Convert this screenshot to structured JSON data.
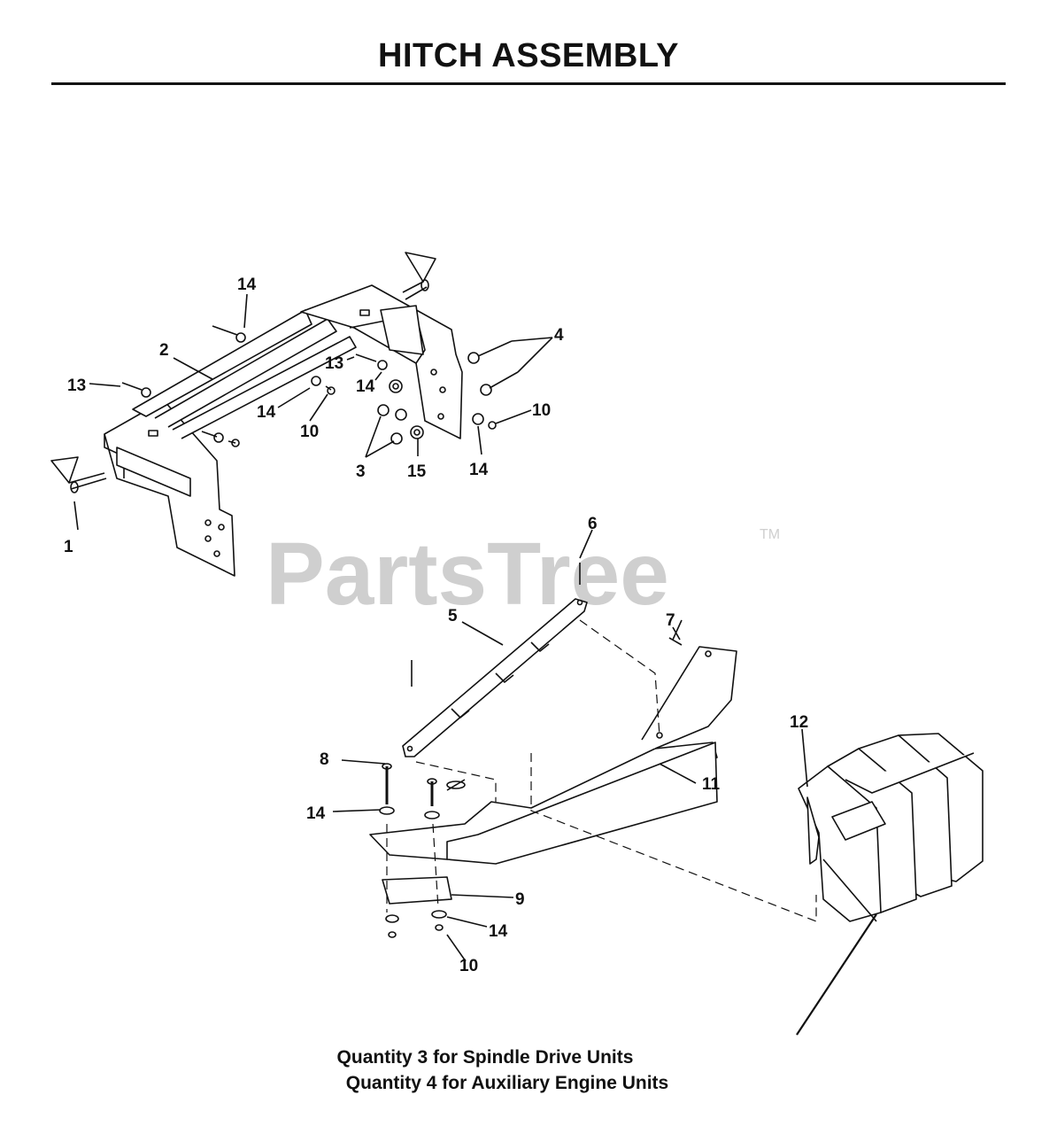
{
  "title": "HITCH ASSEMBLY",
  "watermark": {
    "text": "PartsTree",
    "trademark": "TM"
  },
  "callouts": [
    {
      "id": "c1",
      "label": "1"
    },
    {
      "id": "c2",
      "label": "2"
    },
    {
      "id": "c3",
      "label": "3"
    },
    {
      "id": "c4",
      "label": "4"
    },
    {
      "id": "c5",
      "label": "5"
    },
    {
      "id": "c6",
      "label": "6"
    },
    {
      "id": "c7",
      "label": "7"
    },
    {
      "id": "c8",
      "label": "8"
    },
    {
      "id": "c9",
      "label": "9"
    },
    {
      "id": "c10a",
      "label": "10"
    },
    {
      "id": "c10b",
      "label": "10"
    },
    {
      "id": "c10c",
      "label": "10"
    },
    {
      "id": "c11",
      "label": "11"
    },
    {
      "id": "c12",
      "label": "12"
    },
    {
      "id": "c13a",
      "label": "13"
    },
    {
      "id": "c13b",
      "label": "13"
    },
    {
      "id": "c14a",
      "label": "14"
    },
    {
      "id": "c14b",
      "label": "14"
    },
    {
      "id": "c14c",
      "label": "14"
    },
    {
      "id": "c14d",
      "label": "14"
    },
    {
      "id": "c14e",
      "label": "14"
    },
    {
      "id": "c14f",
      "label": "14"
    },
    {
      "id": "c15",
      "label": "15"
    }
  ],
  "notes": {
    "line1": "Quantity 3 for Spindle Drive Units",
    "line2": "Quantity 4 for Auxiliary Engine Units"
  }
}
